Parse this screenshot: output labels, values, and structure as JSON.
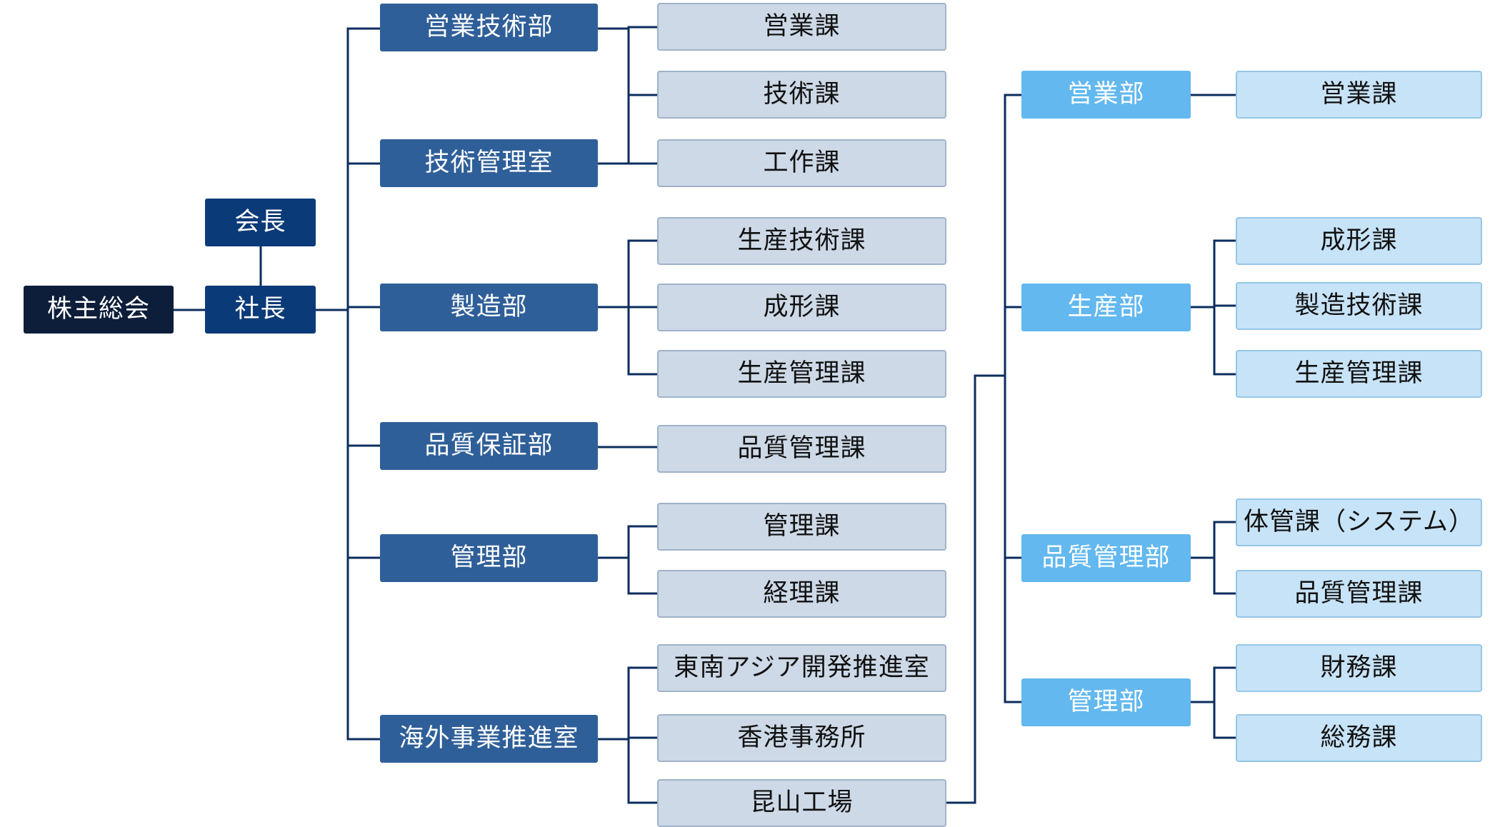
{
  "org_chart": {
    "top": {
      "shareholders": "株主総会",
      "chairman": "会長",
      "president": "社長"
    },
    "departments": [
      "営業技術部",
      "技術管理室",
      "製造部",
      "品質保証部",
      "管理部",
      "海外事業推進室"
    ],
    "sections": [
      "営業課",
      "技術課",
      "工作課",
      "生産技術課",
      "成形課",
      "生産管理課",
      "品質管理課",
      "管理課",
      "経理課",
      "東南アジア開発推進室",
      "香港事務所",
      "昆山工場"
    ],
    "kunshan_departments": [
      "営業部",
      "生産部",
      "品質管理部",
      "管理部"
    ],
    "kunshan_sections": [
      "営業課",
      "成形課",
      "製造技術課",
      "生産管理課",
      "体管課（システム）",
      "品質管理課",
      "財務課",
      "総務課"
    ]
  },
  "colors": {
    "shareholders": "#0d1e3a",
    "executive": "#0b3a78",
    "department": "#2f5f99",
    "section": "#cdd9e7",
    "kunshan_department": "#62b8ef",
    "kunshan_section": "#c7e3f7",
    "line": "#0b2d5e"
  }
}
